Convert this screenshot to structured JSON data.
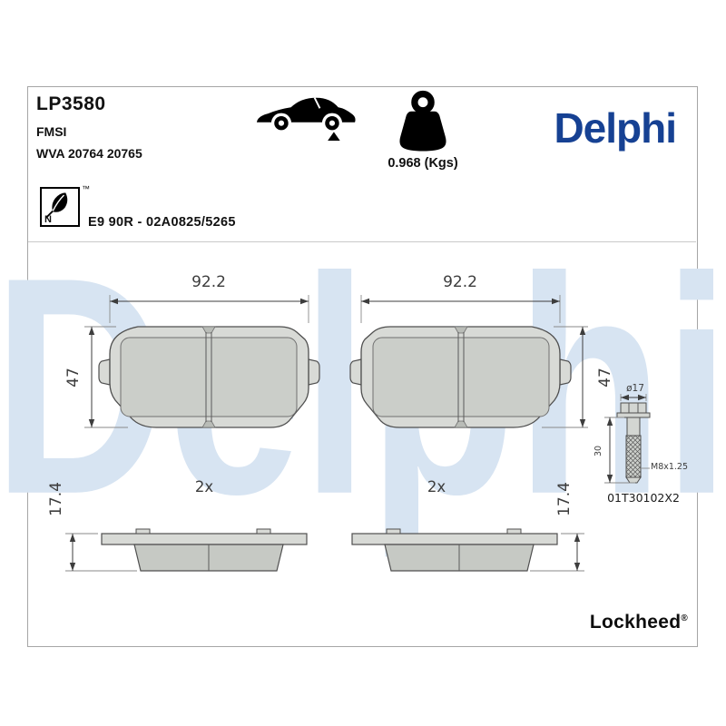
{
  "header": {
    "part_number": "LP3580",
    "fmsi": "FMSI",
    "wva": "WVA 20764 20765",
    "weight": "0.968 (Kgs)",
    "brand_logo": "Delphi",
    "eco_letter": "N",
    "trademark": "™",
    "approval": "E9 90R - 02A0825/5265"
  },
  "watermark": "Delphi",
  "drawing": {
    "front": {
      "width": "92.2",
      "height": "47"
    },
    "side": {
      "thickness": "17.4",
      "quantity": "2x"
    },
    "bolt": {
      "head_diameter": "ø17",
      "shaft_length": "30",
      "thread": "M8x1.25",
      "code": "01T30102X2"
    }
  },
  "footer": {
    "brand": "Lockheed",
    "registered": "®"
  },
  "colors": {
    "delphi_blue": "#164193",
    "watermark_blue": "#d7e4f2",
    "line_gray": "#4f4f4f"
  }
}
